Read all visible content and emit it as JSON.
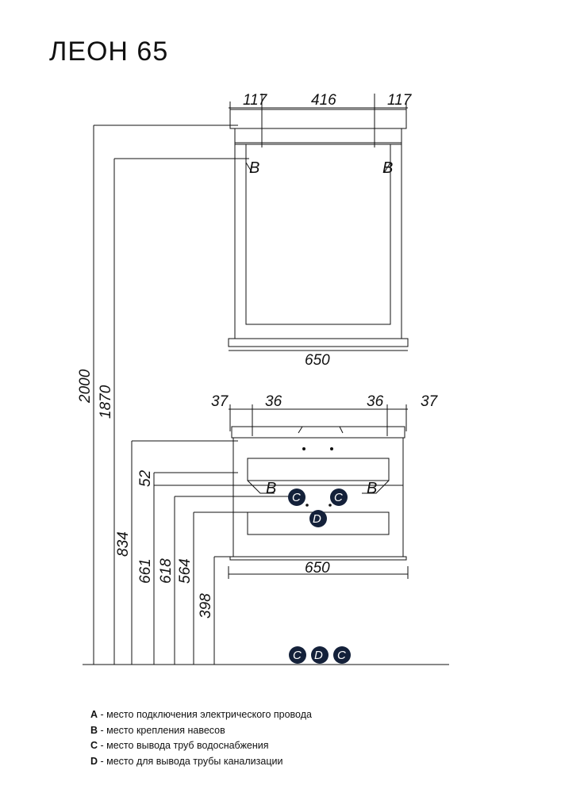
{
  "title": "ЛЕОН 65",
  "dimensions": {
    "mirror_left_offset": "117",
    "mirror_inner_width": "416",
    "mirror_right_offset": "117",
    "mirror_width": "650",
    "cabinet_left_margin": "37",
    "cabinet_left_inner": "36",
    "cabinet_right_inner": "36",
    "cabinet_right_margin": "37",
    "cabinet_width": "650",
    "height_2000": "2000",
    "height_1870": "1870",
    "height_834": "834",
    "height_661": "661",
    "height_618": "618",
    "height_564": "564",
    "height_398": "398",
    "offset_52": "52"
  },
  "markers": {
    "b": "B",
    "c": "C",
    "d": "D"
  },
  "legend": [
    {
      "key": "A",
      "text": " - место подключения электрического провода"
    },
    {
      "key": "B",
      "text": " - место крепления навесов"
    },
    {
      "key": "C",
      "text": " - место вывода труб водоснабжения"
    },
    {
      "key": "D",
      "text": " - место для вывода трубы канализации"
    }
  ],
  "colors": {
    "line": "#111111",
    "marker_fill": "#14213a"
  }
}
